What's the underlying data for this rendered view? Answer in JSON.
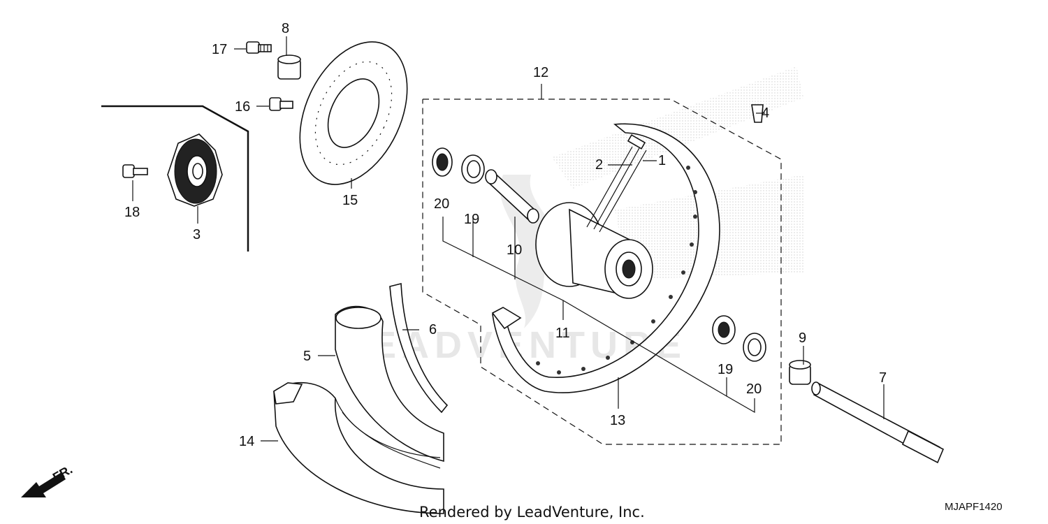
{
  "diagram": {
    "callouts": {
      "n1": "1",
      "n2": "2",
      "n3": "3",
      "n4": "4",
      "n5": "5",
      "n6": "6",
      "n7": "7",
      "n8": "8",
      "n9": "9",
      "n10": "10",
      "n11": "11",
      "n12": "12",
      "n13": "13",
      "n14": "14",
      "n15": "15",
      "n16": "16",
      "n17": "17",
      "n18": "18",
      "n19a": "19",
      "n19b": "19",
      "n20a": "20",
      "n20b": "20"
    },
    "front_indicator": "FR.",
    "watermark": "LEADVENTURE",
    "footer_text": "Rendered by LeadVenture, Inc.",
    "diagram_code": "MJAPF1420"
  }
}
